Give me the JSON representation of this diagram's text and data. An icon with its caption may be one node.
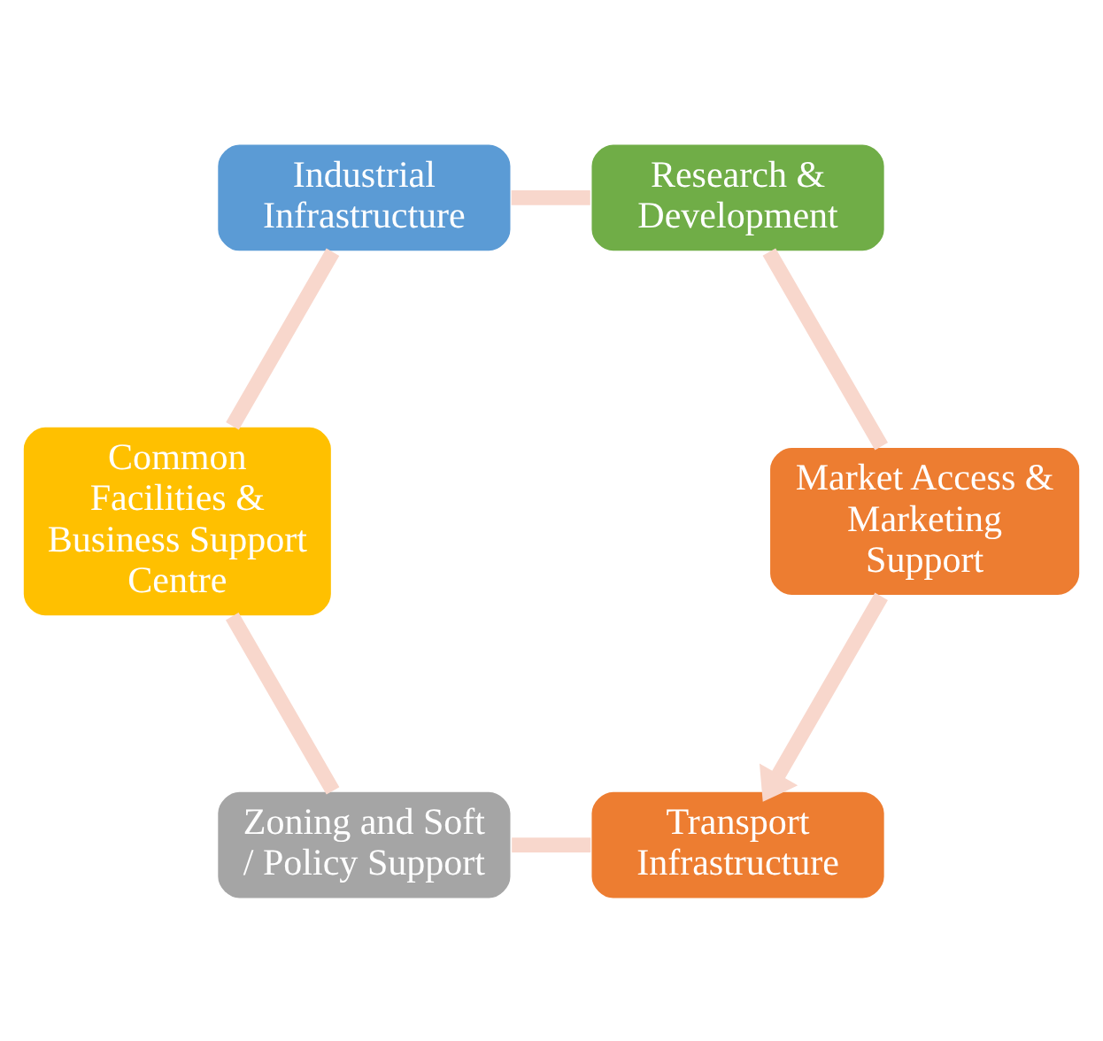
{
  "diagram": {
    "nodes": [
      {
        "text": [
          "Transport Infrastructure"
        ]
      },
      {
        "text": [
          "Market Access & Marketing Support"
        ]
      },
      {
        "text": [
          "Zoning and Soft / Policy Support"
        ]
      },
      {
        "text": [
          "Research & Development"
        ]
      },
      {
        "text": [
          "Common Facilities & Business Support Centre"
        ]
      },
      {
        "text": [
          "Industrial Infrastructure"
        ]
      }
    ],
    "edges": [
      {
        "from": 0,
        "to": 2,
        "arrow": "none"
      },
      {
        "from": 2,
        "to": 4,
        "arrow": "none"
      },
      {
        "from": 4,
        "to": 5,
        "arrow": "none"
      },
      {
        "from": 5,
        "to": 3,
        "arrow": "none"
      },
      {
        "from": 3,
        "to": 1,
        "arrow": "none"
      },
      {
        "from": 1,
        "to": 0,
        "arrow": "to"
      }
    ]
  }
}
